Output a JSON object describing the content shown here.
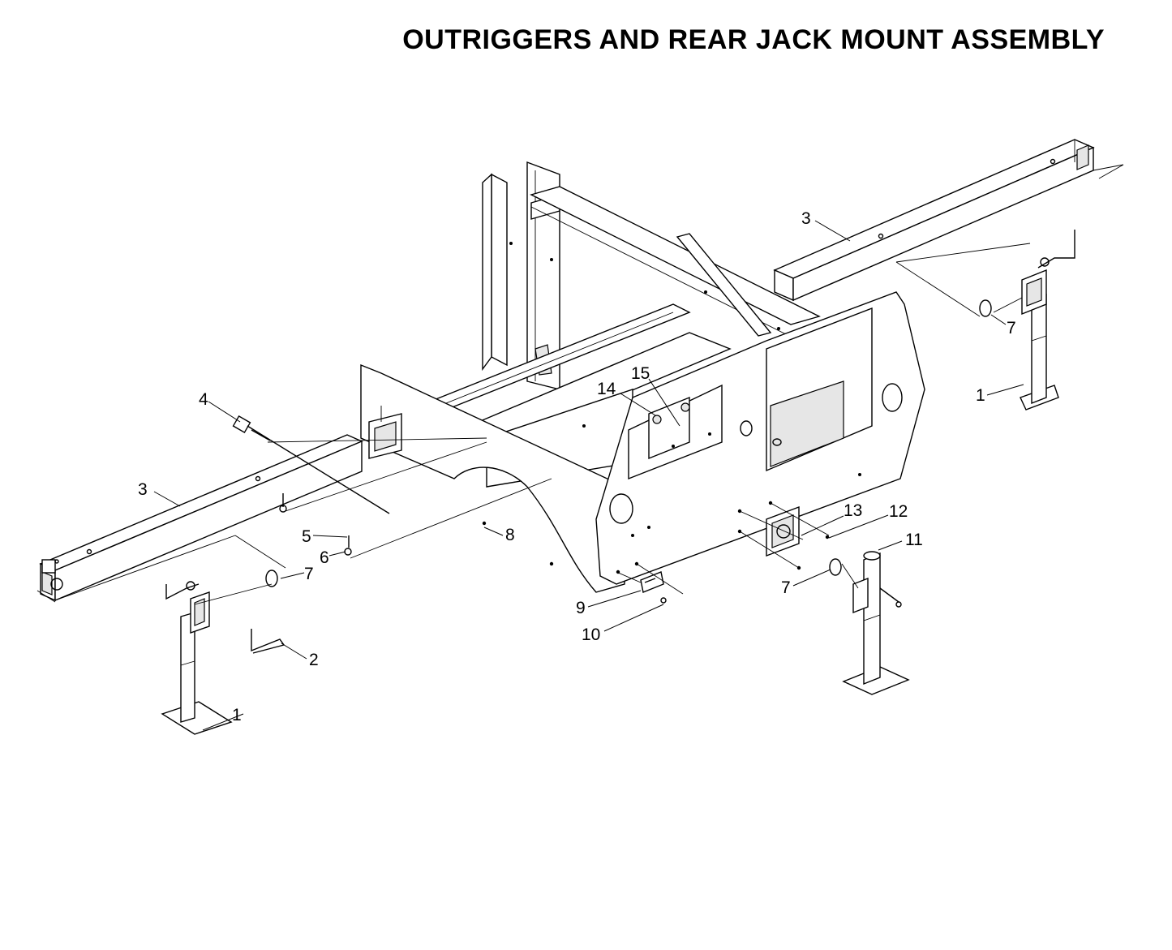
{
  "title": "OUTRIGGERS AND REAR JACK MOUNT ASSEMBLY",
  "callouts": [
    {
      "id": "c1a",
      "label": "1"
    },
    {
      "id": "c1b",
      "label": "1"
    },
    {
      "id": "c2",
      "label": "2"
    },
    {
      "id": "c3a",
      "label": "3"
    },
    {
      "id": "c3b",
      "label": "3"
    },
    {
      "id": "c4",
      "label": "4"
    },
    {
      "id": "c5",
      "label": "5"
    },
    {
      "id": "c6",
      "label": "6"
    },
    {
      "id": "c7a",
      "label": "7"
    },
    {
      "id": "c7b",
      "label": "7"
    },
    {
      "id": "c7c",
      "label": "7"
    },
    {
      "id": "c8",
      "label": "8"
    },
    {
      "id": "c9",
      "label": "9"
    },
    {
      "id": "c10",
      "label": "10"
    },
    {
      "id": "c11",
      "label": "11"
    },
    {
      "id": "c12",
      "label": "12"
    },
    {
      "id": "c13",
      "label": "13"
    },
    {
      "id": "c14",
      "label": "14"
    },
    {
      "id": "c15",
      "label": "15"
    }
  ]
}
